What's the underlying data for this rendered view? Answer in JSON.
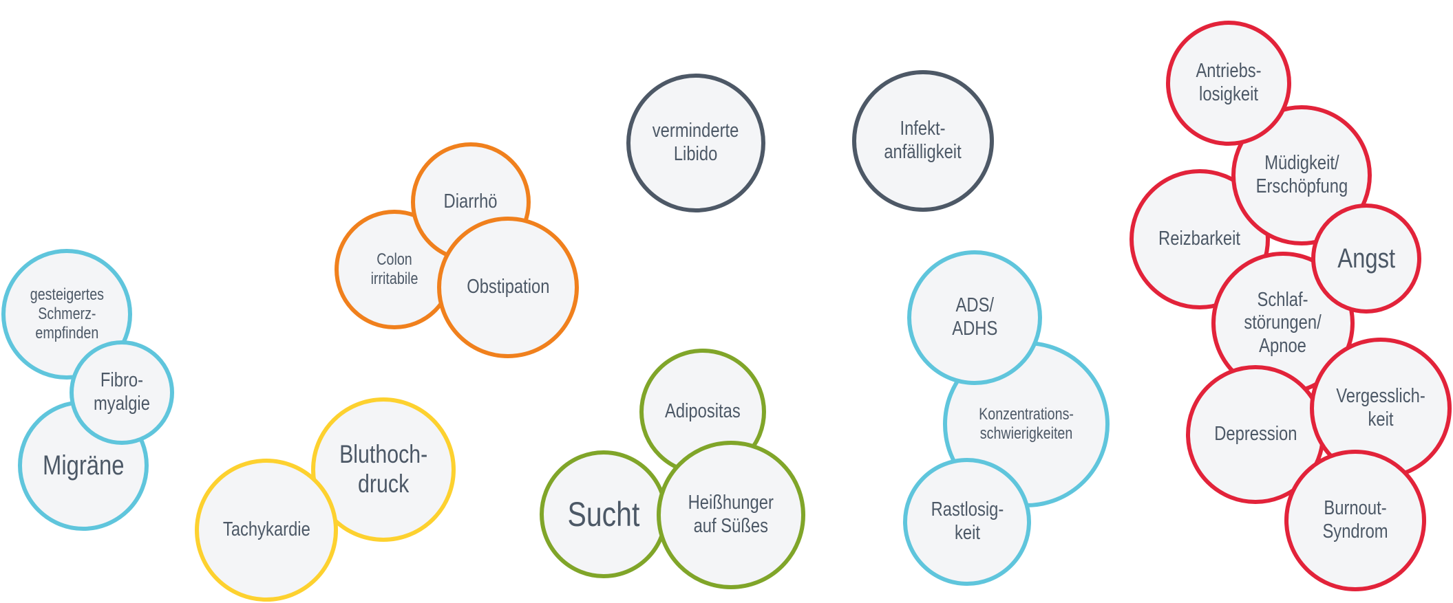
{
  "colors": {
    "gray": "#4d5866",
    "orange": "#f0801d",
    "blue": "#5fc5dc",
    "yellow": "#fdd12f",
    "green": "#80a529",
    "red": "#e2233a",
    "fill": "#f4f5f7",
    "text": "#4c5866"
  },
  "groups": [
    {
      "name": "schmerz",
      "color": "blue",
      "bubbles": [
        {
          "id": "gesteigertes-schmerzempfinden",
          "label": "gesteigertes\nSchmerz-\nempfinden",
          "size": "small"
        },
        {
          "id": "migraene",
          "label": "Migräne",
          "size": "large"
        },
        {
          "id": "fibromyalgie",
          "label": "Fibro-\nmyalgie",
          "size": "normal"
        }
      ]
    },
    {
      "name": "herz-kreislauf",
      "color": "yellow",
      "bubbles": [
        {
          "id": "bluthochdruck",
          "label": "Bluthoch-\ndruck",
          "size": "medium"
        },
        {
          "id": "tachykardie",
          "label": "Tachykardie",
          "size": "normal"
        }
      ]
    },
    {
      "name": "verdauung",
      "color": "orange",
      "bubbles": [
        {
          "id": "colon-irritabile",
          "label": "Colon\nirritabile",
          "size": "small"
        },
        {
          "id": "diarrhoe",
          "label": "Diarrhö",
          "size": "normal"
        },
        {
          "id": "obstipation",
          "label": "Obstipation",
          "size": "normal"
        }
      ]
    },
    {
      "name": "einzeln",
      "color": "gray",
      "bubbles": [
        {
          "id": "verminderte-libido",
          "label": "verminderte\nLibido",
          "size": "normal"
        },
        {
          "id": "infektanfaelligkeit",
          "label": "Infekt-\nanfälligkeit",
          "size": "normal"
        }
      ]
    },
    {
      "name": "stoffwechsel",
      "color": "green",
      "bubbles": [
        {
          "id": "adipositas",
          "label": "Adipositas",
          "size": "normal"
        },
        {
          "id": "sucht",
          "label": "Sucht",
          "size": "xl"
        },
        {
          "id": "heisshunger",
          "label": "Heißhunger\nauf Süßes",
          "size": "normal"
        }
      ]
    },
    {
      "name": "konzentration",
      "color": "blue",
      "bubbles": [
        {
          "id": "konzentrationsschwierigkeiten",
          "label": "Konzentrations-\nschwierigkeiten",
          "size": "small"
        },
        {
          "id": "ads-adhs",
          "label": "ADS/\nADHS",
          "size": "normal"
        },
        {
          "id": "rastlosigkeit",
          "label": "Rastlosig-\nkeit",
          "size": "normal"
        }
      ]
    },
    {
      "name": "psyche",
      "color": "red",
      "bubbles": [
        {
          "id": "reizbarkeit",
          "label": "Reizbarkeit",
          "size": "normal"
        },
        {
          "id": "muedigkeit",
          "label": "Müdigkeit/\nErschöpfung",
          "size": "normal"
        },
        {
          "id": "antriebslosigkeit",
          "label": "Antriebs-\nlosigkeit",
          "size": "normal"
        },
        {
          "id": "schlafstoerungen",
          "label": "Schlaf-\nstörungen/\nApnoe",
          "size": "normal"
        },
        {
          "id": "angst",
          "label": "Angst",
          "size": "large"
        },
        {
          "id": "depression",
          "label": "Depression",
          "size": "normal"
        },
        {
          "id": "vergesslichkeit",
          "label": "Vergesslich-\nkeit",
          "size": "normal"
        },
        {
          "id": "burnout",
          "label": "Burnout-\nSyndrom",
          "size": "normal"
        }
      ]
    }
  ]
}
